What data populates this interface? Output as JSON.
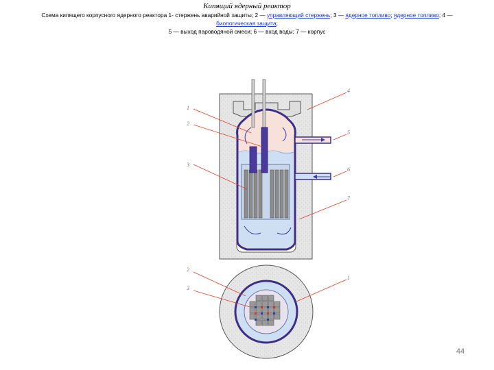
{
  "title": "Кипящий ядерный реактор",
  "caption": {
    "p1": "Схема кипящего корпусного ядерного реактора 1- стержень аварийной защиты; 2 — ",
    "link1": "управляющий стержень",
    "p2": "; 3 — ",
    "link2": "ядерное топливо",
    "p3": "; ",
    "link3": "ядерное топливо",
    "p4": "; 4 — ",
    "link4": "биологическая защита",
    "p5": ";",
    "line2": "5 — выход пароводяной смеси; 6 — вход воды; 7 — корпус"
  },
  "labels": {
    "l1": "1",
    "l2": "2",
    "l3": "3",
    "l4": "4",
    "l5": "5",
    "l6": "6",
    "l7": "7",
    "b2": "2",
    "b3": "3",
    "b1": "1"
  },
  "page_number": "44",
  "colors": {
    "shield": "#e4e4e4",
    "vessel": "#3d2f85",
    "steam": "#f4dcd6",
    "water": "#cfe0f4",
    "rod": "#4a3a9c",
    "fuel": "#8a8a8a",
    "leader": "#e0402a"
  }
}
